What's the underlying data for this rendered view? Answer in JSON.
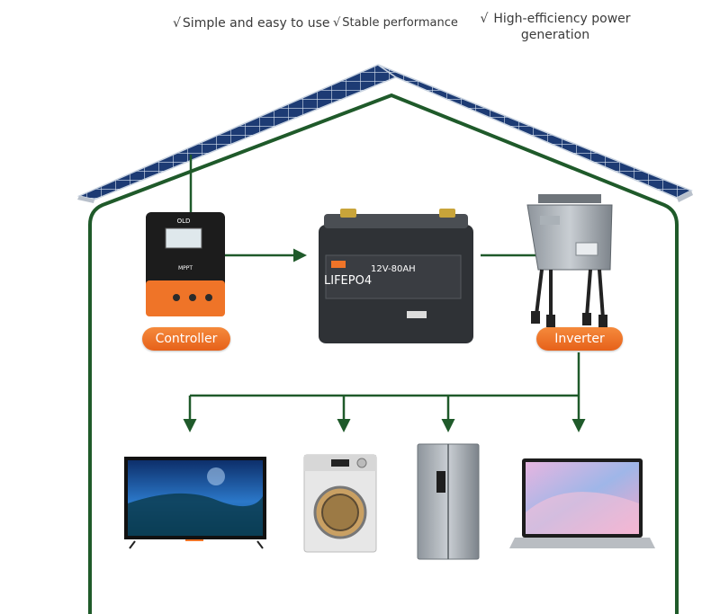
{
  "features": [
    {
      "check": "√",
      "text": "Simple and easy to use"
    },
    {
      "check": "√",
      "text": "Stable performance"
    },
    {
      "check": "√",
      "text": "High-efficiency power generation"
    }
  ],
  "components": {
    "controller": {
      "label": "Controller",
      "display": "OLD",
      "subtitle": "MPPT"
    },
    "battery": {
      "brand": "LIFEPO4",
      "rating": "12V-80AH"
    },
    "inverter": {
      "label": "Inverter"
    }
  },
  "appliances": [
    "tv",
    "washing-machine",
    "refrigerator",
    "laptop"
  ],
  "colors": {
    "frame": "#1f5a2a",
    "arrow": "#1f5a2a",
    "label_orange": "#ef7428",
    "panel_blue": "#1d3b74"
  }
}
